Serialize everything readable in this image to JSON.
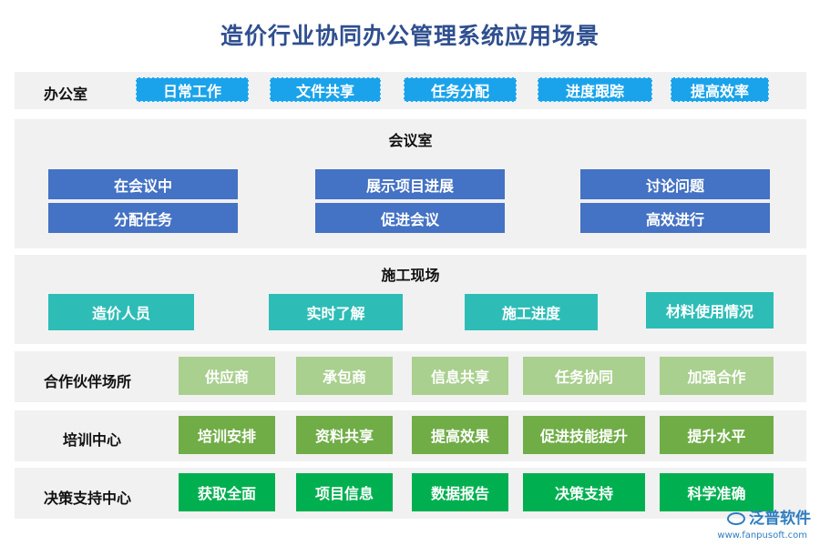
{
  "title": "造价行业协同办公管理系统应用场景",
  "office": {
    "label": "办公室",
    "items": [
      "日常工作",
      "文件共享",
      "任务分配",
      "进度跟踪",
      "提高效率"
    ]
  },
  "meeting": {
    "label": "会议室",
    "items": [
      "在会议中",
      "展示项目进展",
      "讨论问题",
      "分配任务",
      "促进会议",
      "高效进行"
    ]
  },
  "site": {
    "label": "施工现场",
    "items": [
      "造价人员",
      "实时了解",
      "施工进度",
      "材料使用情况"
    ]
  },
  "partner": {
    "label": "合作伙伴场所",
    "items": [
      "供应商",
      "承包商",
      "信息共享",
      "任务协同",
      "加强合作"
    ]
  },
  "training": {
    "label": "培训中心",
    "items": [
      "培训安排",
      "资料共享",
      "提高效果",
      "促进技能提升",
      "提升水平"
    ]
  },
  "decision": {
    "label": "决策支持中心",
    "items": [
      "获取全面",
      "项目信息",
      "数据报告",
      "决策支持",
      "科学准确"
    ]
  },
  "watermark": {
    "brand": "泛普软件",
    "url": "www.fanpusoft.com"
  },
  "colors": {
    "title": "#2f4f8f",
    "office": "#1aa3ea",
    "meeting": "#4472c4",
    "site": "#2dbdb6",
    "partner": "#a9d08e",
    "training": "#70ad47",
    "decision": "#00b050"
  }
}
